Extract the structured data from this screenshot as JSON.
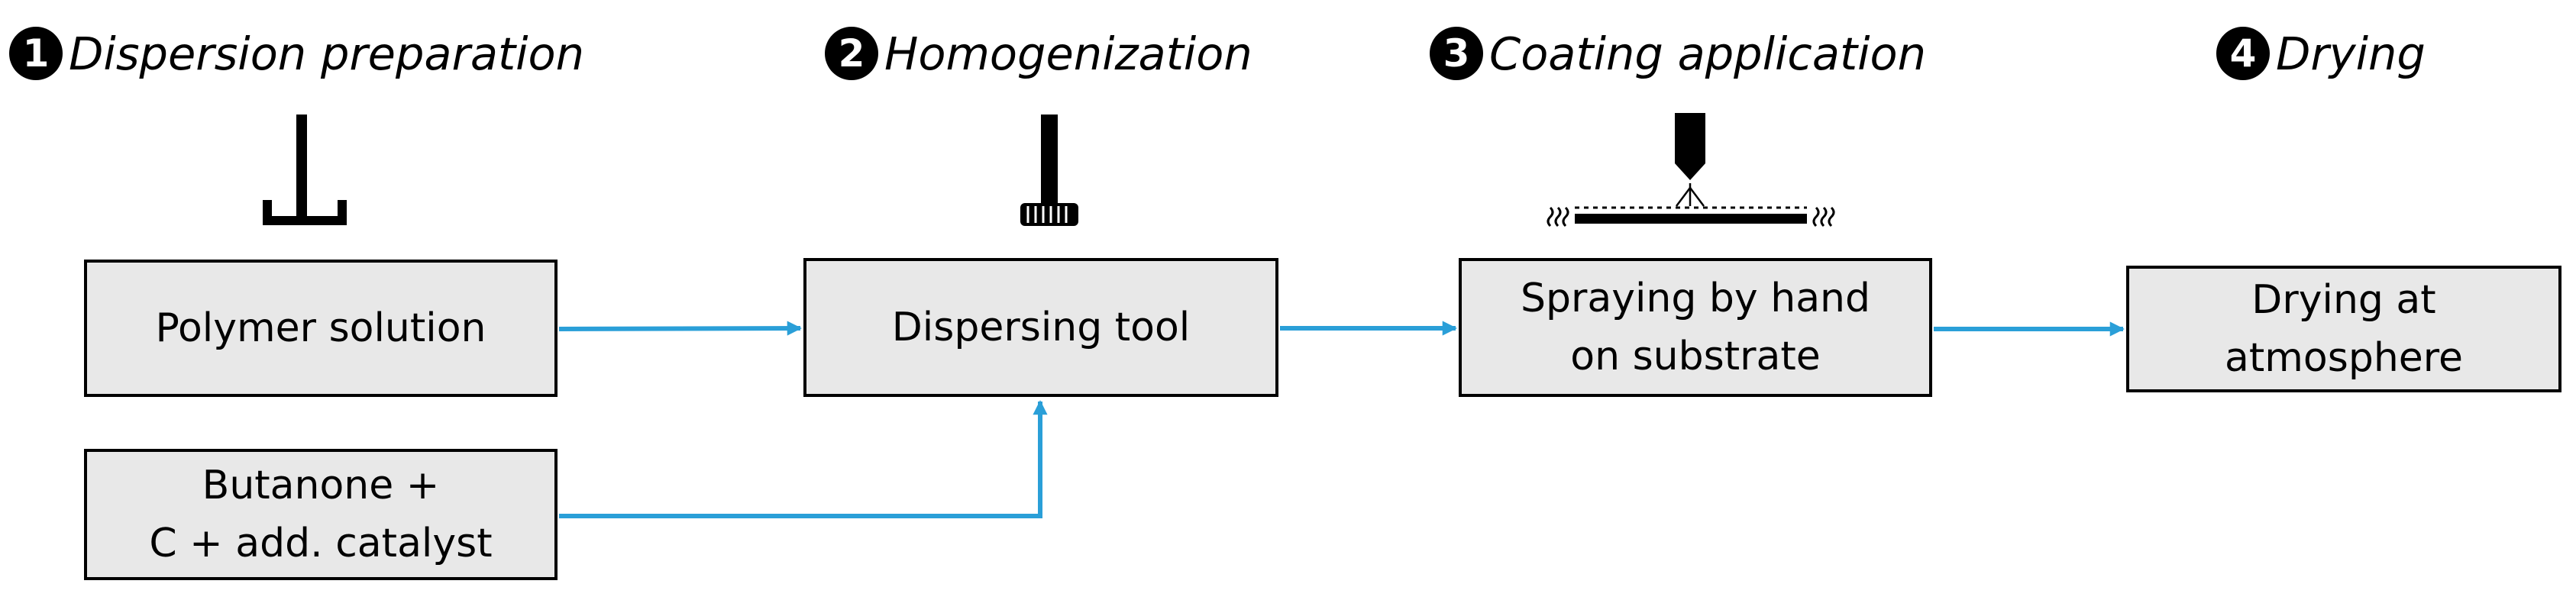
{
  "steps": [
    {
      "number": "1",
      "label": "Dispersion preparation",
      "icon": "stirrer-icon"
    },
    {
      "number": "2",
      "label": "Homogenization",
      "icon": "dispersing-tool-icon"
    },
    {
      "number": "3",
      "label": "Coating application",
      "icon": "spray-nozzle-icon"
    },
    {
      "number": "4",
      "label": "Drying",
      "icon": ""
    }
  ],
  "boxes": {
    "polymer_solution": {
      "line1": "Polymer solution"
    },
    "butanone": {
      "line1": "Butanone +",
      "line2": "C + add. catalyst"
    },
    "dispersing_tool": {
      "line1": "Dispersing tool"
    },
    "spraying": {
      "line1": "Spraying by hand",
      "line2": "on substrate"
    },
    "drying": {
      "line1": "Drying at",
      "line2": "atmosphere"
    }
  },
  "colors": {
    "arrow": "#2a9fd8",
    "box_fill": "#e8e8e8",
    "box_border": "#000000"
  }
}
